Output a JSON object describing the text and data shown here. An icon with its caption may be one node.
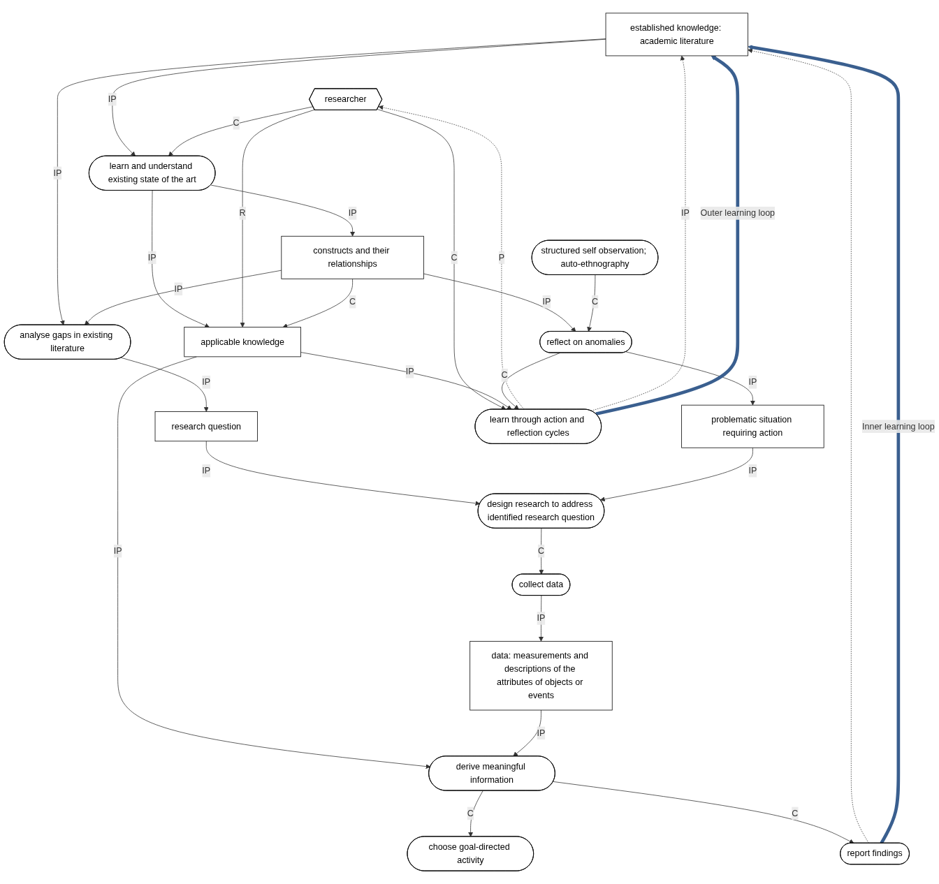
{
  "diagram": {
    "nodes": [
      {
        "text": [
          "established knowledge: academic literature"
        ]
      },
      {
        "text": [
          "learn and understand existing state of the art"
        ]
      },
      {
        "text": [
          "researcher"
        ]
      },
      {
        "text": [
          "constructs and their relationships"
        ]
      },
      {
        "text": [
          "applicable knowledge"
        ]
      },
      {
        "text": [
          "analyse gaps in existing literature"
        ]
      },
      {
        "text": [
          "reflect on anomalies"
        ]
      },
      {
        "text": [
          "research question"
        ]
      },
      {
        "text": [
          "problematic situation requiring action"
        ]
      },
      {
        "text": [
          "structured self observation; auto-ethnography"
        ]
      },
      {
        "text": [
          "learn through action and reflection cycles"
        ]
      },
      {
        "text": [
          "design research to address identified research question"
        ]
      },
      {
        "text": [
          "collect data"
        ]
      },
      {
        "text": [
          "data: measurements and descriptions of the attributes of objects or events"
        ]
      },
      {
        "text": [
          "derive meaningful information"
        ]
      },
      {
        "text": [
          "choose goal-directed activity"
        ]
      },
      {
        "text": [
          "report findings"
        ]
      }
    ],
    "edges": [
      {
        "from": 0,
        "to": 1,
        "arrow": "to",
        "label": "IP"
      },
      {
        "from": 0,
        "to": 5,
        "arrow": "to",
        "label": "IP"
      },
      {
        "from": 2,
        "to": 1,
        "arrow": "to",
        "label": "C"
      },
      {
        "from": 1,
        "to": 3,
        "arrow": "to",
        "label": "IP"
      },
      {
        "from": 1,
        "to": 4,
        "arrow": "to",
        "label": "IP"
      },
      {
        "from": 2,
        "to": 4,
        "arrow": "to",
        "label": "R"
      },
      {
        "from": 3,
        "to": 5,
        "arrow": "to",
        "label": "IP"
      },
      {
        "from": 3,
        "to": 4,
        "arrow": "to",
        "label": "C"
      },
      {
        "from": 3,
        "to": 6,
        "arrow": "to",
        "label": "IP"
      },
      {
        "from": 2,
        "to": 10,
        "arrow": "to",
        "label": "C"
      },
      {
        "from": 10,
        "to": 2,
        "arrow": "to",
        "label": "P",
        "style": "dashed"
      },
      {
        "from": 10,
        "to": 0,
        "arrow": "to",
        "label": "IP",
        "style": "dashed"
      },
      {
        "from": 4,
        "to": 10,
        "arrow": "to",
        "label": "IP"
      },
      {
        "from": 4,
        "to": 14,
        "arrow": "to",
        "label": "IP"
      },
      {
        "from": 6,
        "to": 10,
        "arrow": "to",
        "label": "C"
      },
      {
        "from": 6,
        "to": 8,
        "arrow": "to",
        "label": "IP"
      },
      {
        "from": 9,
        "to": 6,
        "arrow": "to",
        "label": "C"
      },
      {
        "from": 5,
        "to": 7,
        "arrow": "to",
        "label": "IP"
      },
      {
        "from": 7,
        "to": 11,
        "arrow": "to",
        "label": "IP"
      },
      {
        "from": 8,
        "to": 11,
        "arrow": "to",
        "label": "IP"
      },
      {
        "from": 11,
        "to": 12,
        "arrow": "to",
        "label": "C"
      },
      {
        "from": 12,
        "to": 13,
        "arrow": "to",
        "label": "IP"
      },
      {
        "from": 13,
        "to": 14,
        "arrow": "to",
        "label": "IP"
      },
      {
        "from": 14,
        "to": 15,
        "arrow": "to",
        "label": "C"
      },
      {
        "from": 14,
        "to": 16,
        "arrow": "to",
        "label": "C"
      },
      {
        "from": 16,
        "to": 0,
        "arrow": "to",
        "style": "dashed"
      },
      {
        "from": 10,
        "to": 0,
        "arrow": "to",
        "label": "Outer learning loop",
        "style": "thick",
        "color": "#3a5f8f"
      },
      {
        "from": 16,
        "to": 0,
        "arrow": "to",
        "label": "Inner learning loop",
        "style": "thick",
        "color": "#3a5f8f"
      }
    ]
  }
}
